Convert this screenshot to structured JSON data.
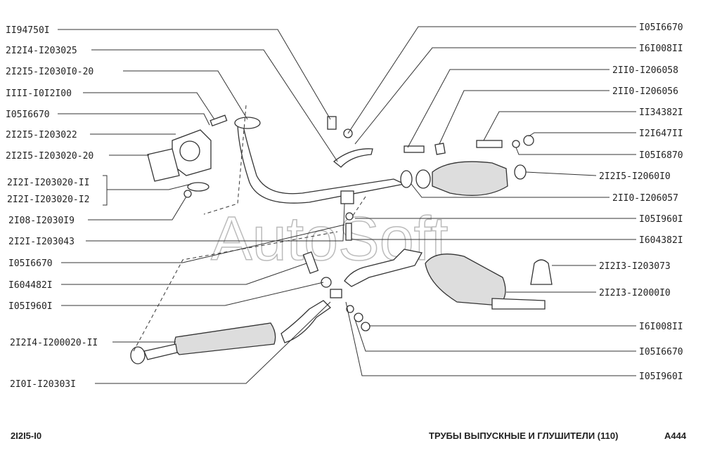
{
  "left_labels": [
    "II94750I",
    "2I2I4-I203025",
    "2I2I5-I2030I0-20",
    "IIII-I0I2I00",
    "I05I6670",
    "2I2I5-I203022",
    "2I2I5-I203020-20",
    "2I2I-I203020-II",
    "2I2I-I203020-I2",
    "2I08-I2030I9",
    "2I2I-I203043",
    "I05I6670",
    "I604482I",
    "I05I960I",
    "2I2I4-I200020-II",
    "2I0I-I20303I"
  ],
  "right_labels": [
    "I05I6670",
    "I6I008II",
    "2II0-I206058",
    "2II0-I206056",
    "II34382I",
    "I2I647II",
    "I05I6870",
    "2I2I5-I2060I0",
    "2II0-I206057",
    "I05I960I",
    "I604382I",
    "2I2I3-I203073",
    "2I2I3-I2000I0",
    "I6I008II",
    "I05I6670",
    "I05I960I"
  ],
  "footer": {
    "model": "2I2I5-I0",
    "title": "ТРУБЫ ВЫПУСКНЫЕ И ГЛУШИТЕЛИ (110)",
    "page": "A444"
  },
  "watermark": "AutoSoft"
}
